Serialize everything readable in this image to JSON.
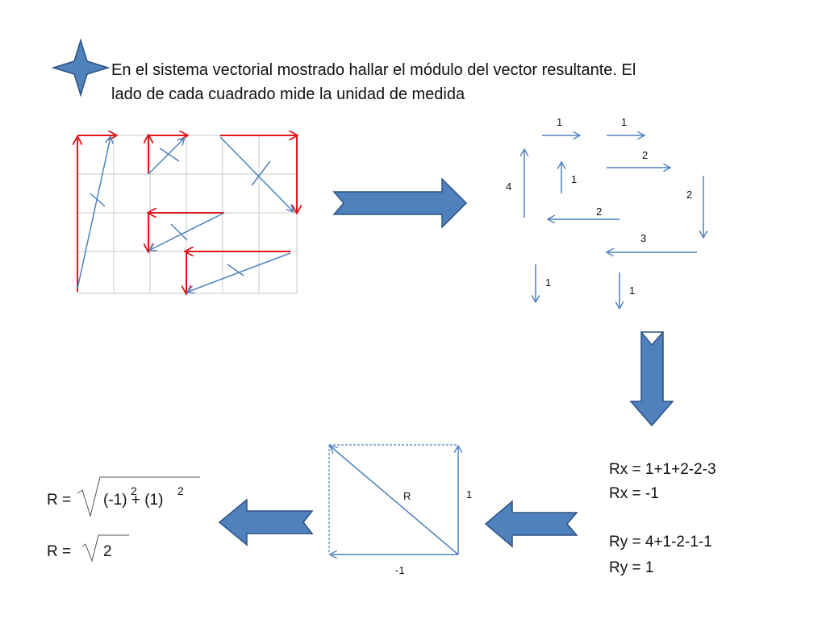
{
  "problem": {
    "line1": "En el sistema vectorial mostrado hallar el módulo del vector resultante. El",
    "line2": "lado de cada cuadrado mide la unidad de medida"
  },
  "components": {
    "h1": "1",
    "h2": "1",
    "h3": "2",
    "v4": "4",
    "v5": "1",
    "v6": "2",
    "h7": "2",
    "h8": "3",
    "v9": "1",
    "v10": "1"
  },
  "sums": {
    "rx_expr": "Rx = 1+1+2-2-3",
    "rx_val": "Rx = -1",
    "ry_expr": "Ry = 4+1-2-1-1",
    "ry_val": "Ry = 1"
  },
  "result_box": {
    "r_label": "R",
    "side_label": "1",
    "bottom_label": "-1"
  },
  "formula": {
    "r1_prefix": "R =",
    "r1_radicand": "(-1) + (1)",
    "exp1": "2",
    "exp2": "2",
    "r2_prefix": "R =",
    "r2_radicand": "2"
  },
  "colors": {
    "vector_blue": "#4f81bd",
    "component_red": "#e0161d",
    "grid": "#c8c8c8",
    "arrow_fill": "#4f81bd",
    "arrow_stroke": "#2c5283"
  }
}
